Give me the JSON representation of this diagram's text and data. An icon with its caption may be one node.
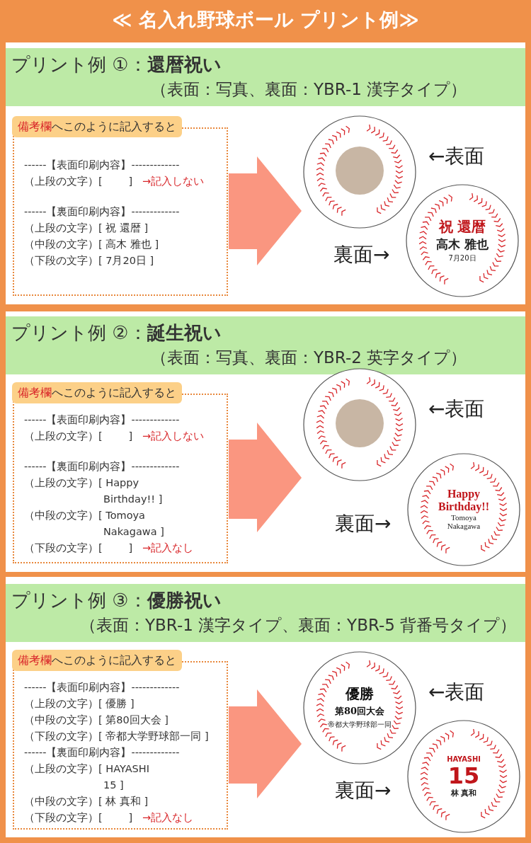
{
  "diagram": {
    "title": "≪ 名入れ野球ボール プリント例≫",
    "nodes": [
      {
        "text": [
          "プリント例 ①：**還暦祝い**",
          "（表面：写真、裏面：YBR-1 漢字タイプ）"
        ]
      },
      {
        "text": [
          "**備考欄**へこのように記入すると",
          "------【表面印刷内容】-------------",
          "（上段の文字）[        ]   *→記入しない*",
          "------【裏面印刷内容】-------------",
          "（上段の文字）[ 祝 還暦 ]",
          "（中段の文字）[ 高木 雅也 ]",
          "（下段の文字）[ 7月20日 ]"
        ]
      },
      {
        "text": [],
        "shape": "circle",
        "beside": [
          "←表面"
        ]
      },
      {
        "text": [
          "祝 還暦",
          "高木 雅也",
          "7月20日"
        ],
        "beside": [
          "裏面→"
        ]
      },
      {
        "text": [
          "プリント例 ②：**誕生祝い**",
          "（表面：写真、裏面：YBR-2 英字タイプ）"
        ]
      },
      {
        "text": [
          "**備考欄**へこのように記入すると",
          "------【表面印刷内容】-------------",
          "（上段の文字）[        ]   *→記入しない*",
          "------【裏面印刷内容】-------------",
          "（上段の文字）[ Happy Birthday!! ]",
          "（中段の文字）[ Tomoya Nakagawa ]",
          "（下段の文字）[        ]   *→記入なし*"
        ]
      },
      {
        "text": [],
        "shape": "circle",
        "beside": [
          "←表面"
        ]
      },
      {
        "text": [
          "Happy Birthday!!",
          "Tomoya Nakagawa"
        ],
        "beside": [
          "裏面→"
        ]
      },
      {
        "text": [
          "プリント例 ③：**優勝祝い**",
          "（表面：YBR-1 漢字タイプ、裏面：YBR-5 背番号タイプ）"
        ]
      },
      {
        "text": [
          "**備考欄**へこのように記入すると",
          "------【表面印刷内容】-------------",
          "（上段の文字）[ 優勝 ]",
          "（中段の文字）[ 第80回大会 ]",
          "（下段の文字）[ 帝都大学野球部一同 ]",
          "------【裏面印刷内容】-------------",
          "（上段の文字）[ HAYASHI 15 ]",
          "（中段の文字）[ 林 真和 ]",
          "（下段の文字）[        ]   *→記入なし*"
        ]
      },
      {
        "text": [
          "優勝",
          "第80回大会",
          "帝都大学野球部一同"
        ],
        "beside": [
          "←表面"
        ]
      },
      {
        "text": [
          "HAYASHI",
          "15",
          "林 真和"
        ],
        "beside": [
          "裏面→"
        ]
      }
    ],
    "edges": [
      {
        "from": 1,
        "to": 2,
        "arrow": "to"
      },
      {
        "from": 5,
        "to": 6,
        "arrow": "to"
      },
      {
        "from": 9,
        "to": 10,
        "arrow": "to"
      }
    ]
  }
}
